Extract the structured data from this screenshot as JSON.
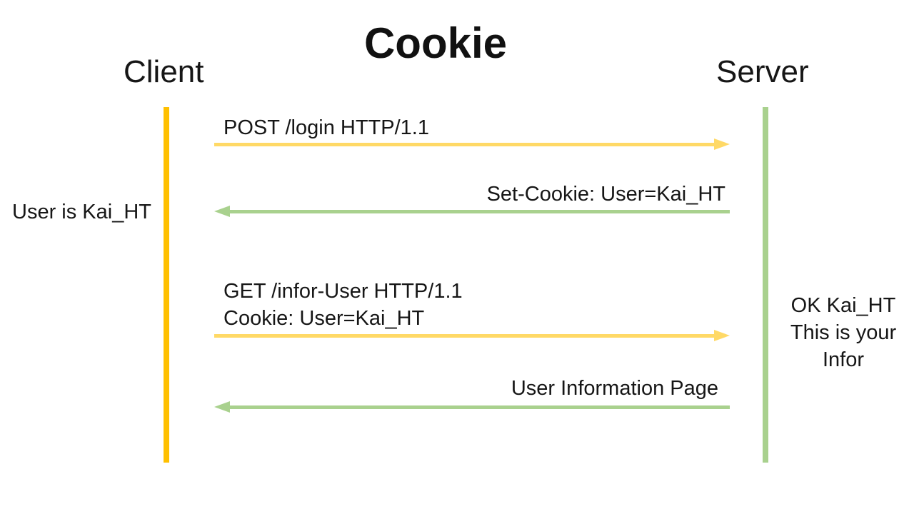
{
  "title": "Cookie",
  "actors": {
    "client": "Client",
    "server": "Server"
  },
  "colors": {
    "client_lifeline": "#FFC000",
    "server_lifeline": "#A9D18E",
    "request_arrow": "#FFD966",
    "response_arrow": "#A9D18E"
  },
  "messages": [
    {
      "label": "POST /login HTTP/1.1",
      "direction": "client-to-server"
    },
    {
      "label": "Set-Cookie: User=Kai_HT",
      "direction": "server-to-client"
    },
    {
      "label_line1": "GET /infor-User HTTP/1.1",
      "label_line2": "Cookie: User=Kai_HT",
      "direction": "client-to-server"
    },
    {
      "label": "User Information Page",
      "direction": "server-to-client"
    }
  ],
  "notes": {
    "client": "User is Kai_HT",
    "server_line1": "OK Kai_HT",
    "server_line2": "This is your",
    "server_line3": "Infor"
  }
}
